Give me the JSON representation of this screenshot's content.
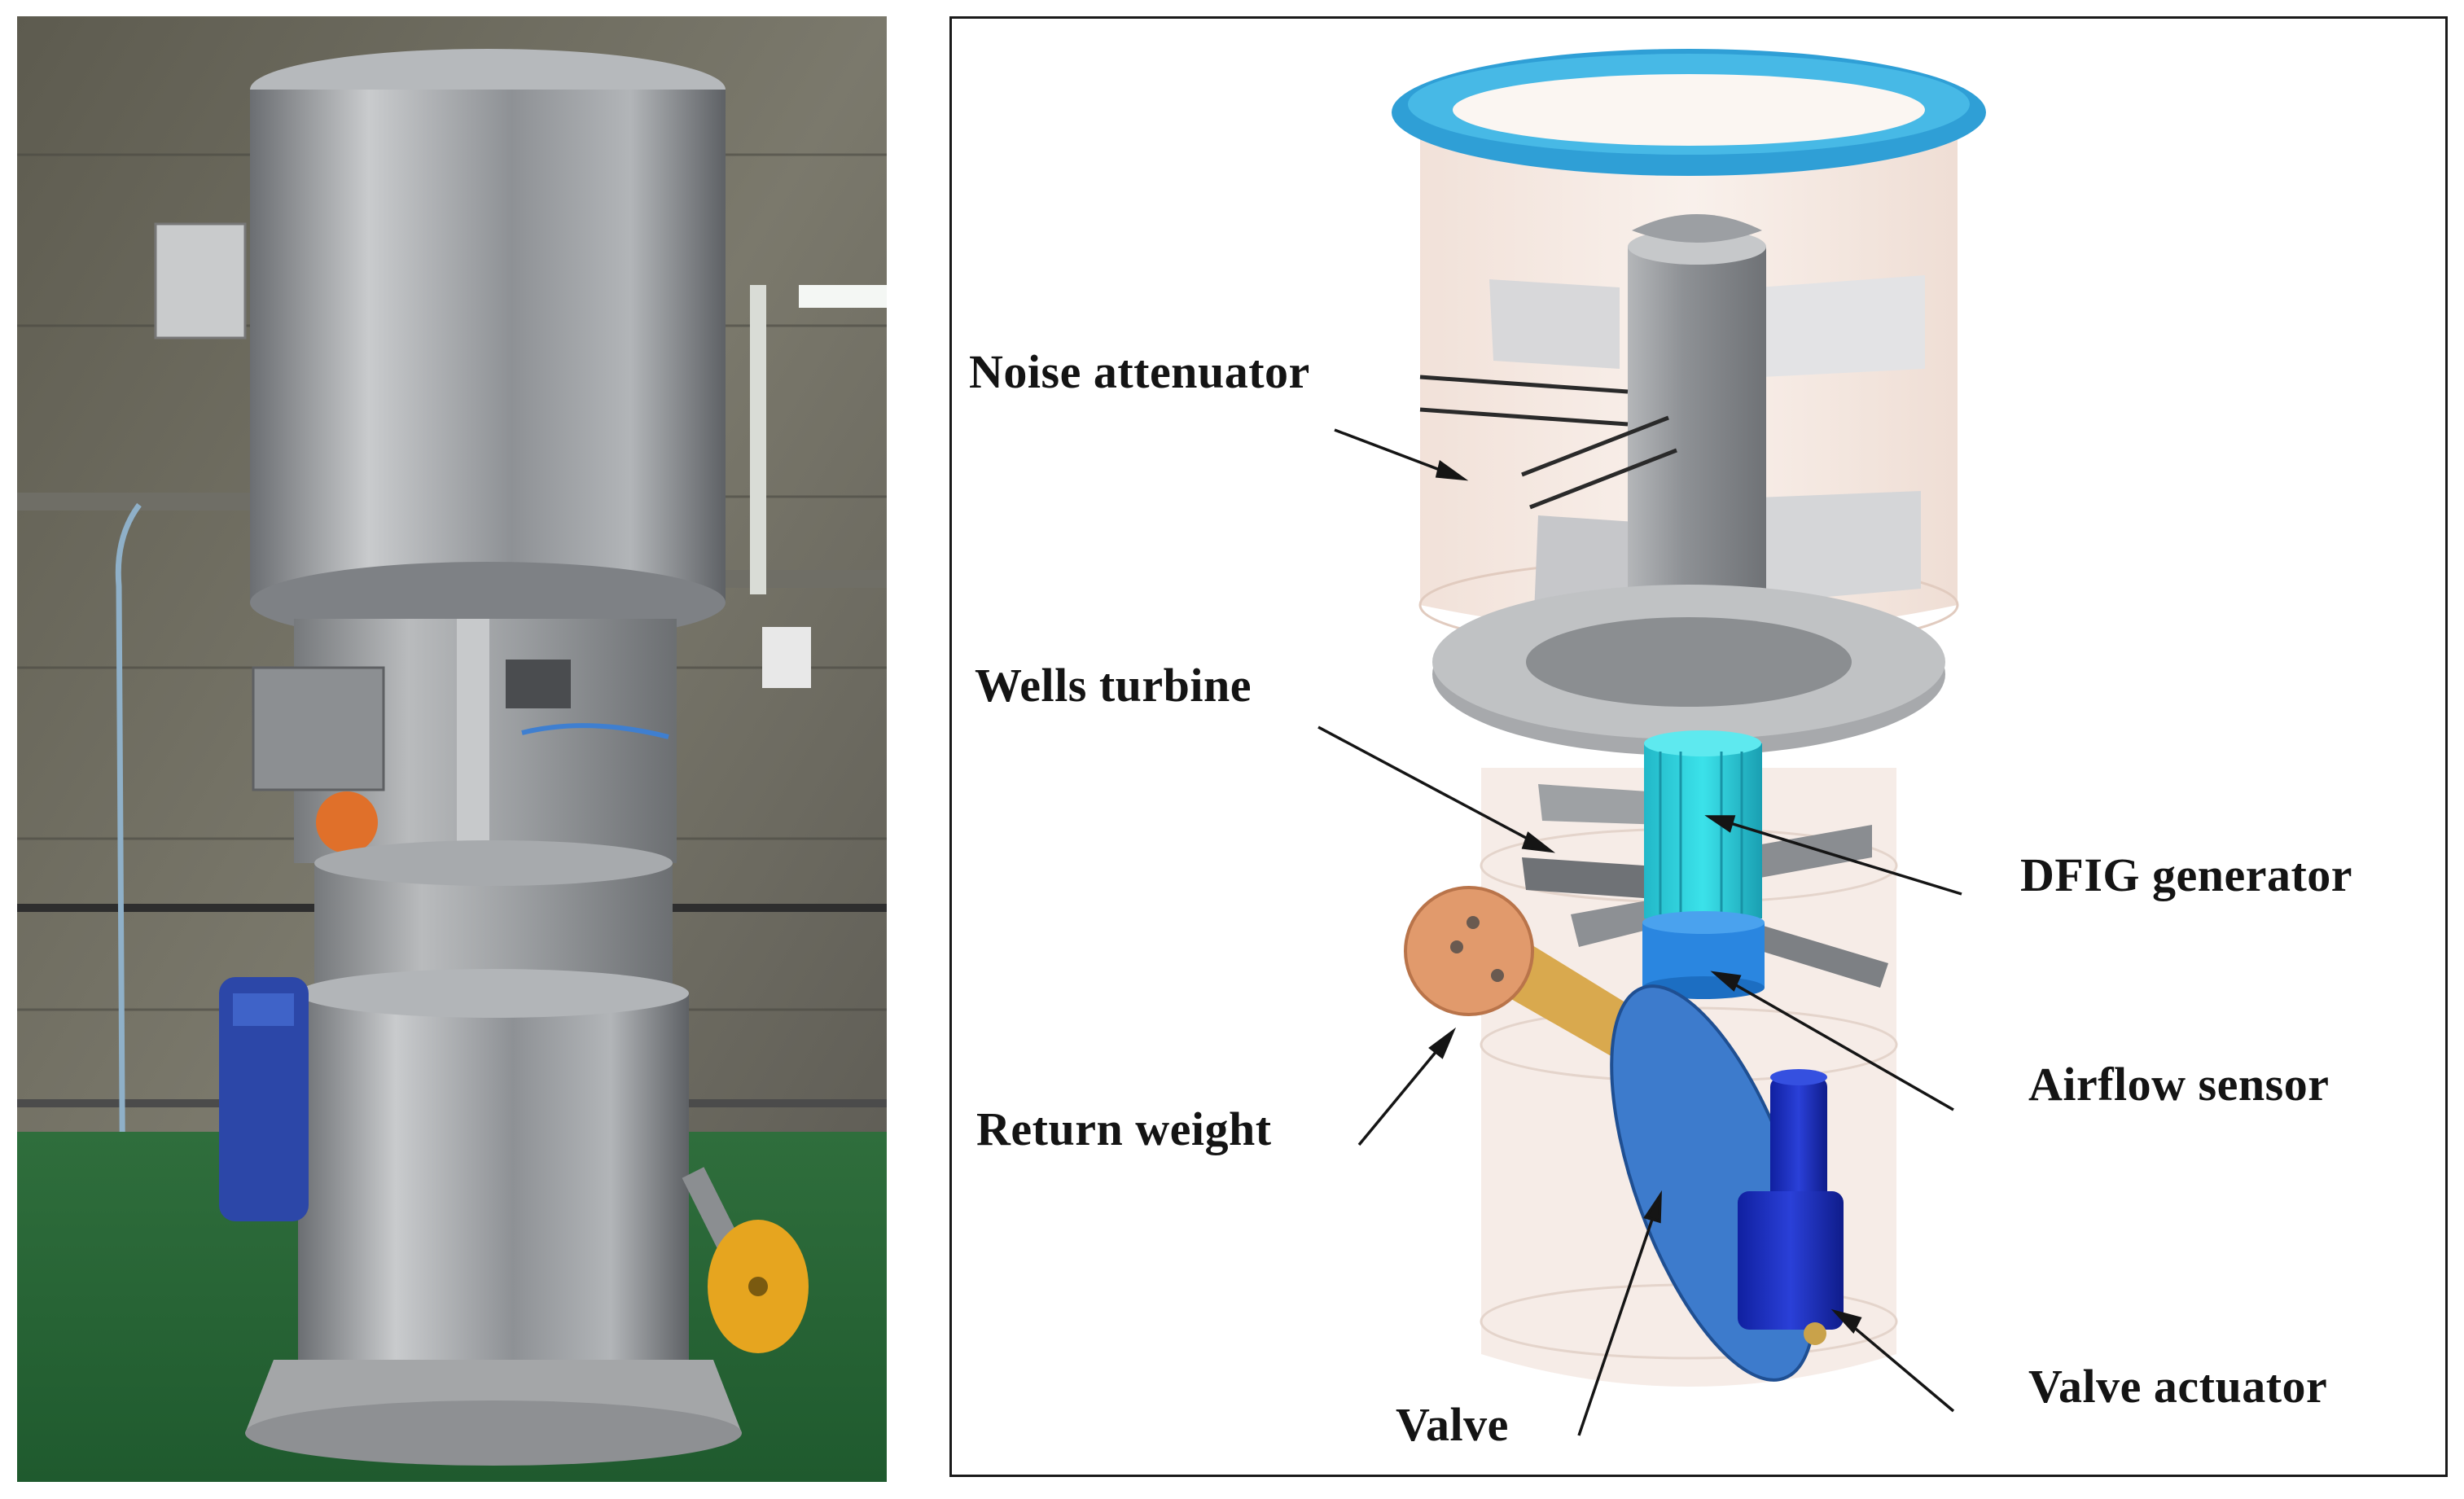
{
  "figure": {
    "photo_panel": {
      "subject": "installed air turbine unit in plant room"
    },
    "diagram_panel": {
      "callouts": [
        {
          "id": "noise",
          "label": "Noise attenuator"
        },
        {
          "id": "wells",
          "label": "Wells turbine"
        },
        {
          "id": "dfig",
          "label": "DFIG generator"
        },
        {
          "id": "airflow",
          "label": "Airflow sensor"
        },
        {
          "id": "returnweight",
          "label": "Return weight"
        },
        {
          "id": "valveactuator",
          "label": "Valve actuator"
        },
        {
          "id": "valve",
          "label": "Valve"
        }
      ]
    }
  },
  "colors": {
    "ring": "#35a9dc",
    "housing": "#f1dfd6",
    "generator": "#2ed2dc",
    "sensor": "#2a86e0",
    "valve": "#2f6fc0",
    "actuator": "#1a2fc4",
    "weight": "#e0a070",
    "arm": "#d9a94e",
    "metal": "#9c9fa3",
    "floor": "#2b6b3a"
  }
}
